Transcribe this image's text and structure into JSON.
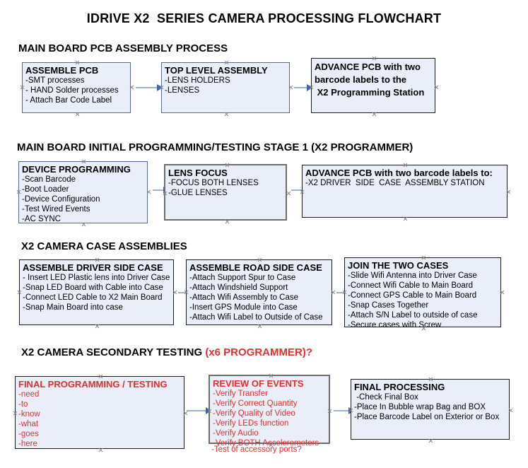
{
  "document": {
    "title": "IDRIVE X2  SERIES CAMERA PROCESSING FLOWCHART"
  },
  "sections": [
    {
      "id": "main-board-pcb-assembly",
      "title": "MAIN BOARD PCB ASSEMBLY PROCESS",
      "title_suffix": ""
    },
    {
      "id": "main-board-initial-programming",
      "title": "MAIN BOARD INITIAL PROGRAMMING/TESTING STAGE 1 (X2 PROGRAMMER)",
      "title_suffix": ""
    },
    {
      "id": "x2-camera-case-assemblies",
      "title": "X2 CAMERA CASE ASSEMBLIES",
      "title_suffix": ""
    },
    {
      "id": "x2-camera-secondary-testing",
      "title": "X2 CAMERA SECONDARY TESTING ",
      "title_suffix": "(x6 PROGRAMMER)?"
    }
  ],
  "nodes": {
    "assemble_pcb": {
      "header": "ASSEMBLE PCB",
      "lines": [
        "-SMT processes",
        "- HAND Solder processes",
        "- Attach Bar Code Label"
      ]
    },
    "top_level_assembly": {
      "header": "TOP LEVEL ASSEMBLY",
      "lines": [
        "-LENS HOLDERS",
        "-LENSES"
      ]
    },
    "advance_pcb_prog_station": {
      "header_lines": [
        "ADVANCE PCB with two",
        "barcode labels to the",
        " X2 Programming Station"
      ]
    },
    "device_programming": {
      "header": "DEVICE PROGRAMMING",
      "lines": [
        "-Scan Barcode",
        "-Boot Loader",
        "-Device Configuration",
        "-Test Wired Events",
        "-AC SYNC"
      ]
    },
    "lens_focus": {
      "header": "LENS FOCUS",
      "lines": [
        "-FOCUS BOTH LENSES",
        "-GLUE LENSES"
      ]
    },
    "advance_pcb_driver_side": {
      "header": "ADVANCE PCB with two barcode labels to:",
      "lines": [
        "-X2 DRIVER  SIDE  CASE  ASSEMBLY STATION"
      ]
    },
    "assemble_driver_side_case": {
      "header": "ASSEMBLE DRIVER SIDE CASE",
      "lines": [
        "- Insert LED Plastic lens into Driver Case",
        "-Snap LED Board with Cable into Case",
        "-Connect LED Cable to X2 Main Board",
        "-Snap Main Board into case"
      ]
    },
    "assemble_road_side_case": {
      "header": "ASSEMBLE ROAD SIDE CASE",
      "lines": [
        "-Attach Support Spur to Case",
        "-Attach Windshield Support",
        "-Attach Wifi Assembly to Case",
        "-Insert GPS Module into Case",
        "-Attach Wifi Label to Outside of Case"
      ]
    },
    "join_the_two_cases": {
      "header": "JOIN THE TWO CASES",
      "lines": [
        "-Slide Wifi Antenna into Driver Case",
        "-Connect Wifi Cable to Main Board",
        "-Connect GPS Cable to Main Board",
        "-Snap Cases Together",
        "-Attach S/N Label to outside of case",
        "-Secure cases with Screw"
      ]
    },
    "final_programming_testing": {
      "header": "FINAL PROGRAMMING / TESTING",
      "lines": [
        "-need",
        "-to",
        "-know",
        "-what",
        "-goes",
        "-here"
      ]
    },
    "review_of_events": {
      "header": "REVIEW OF EVENTS",
      "lines": [
        "-Verify Transfer",
        "-Verify Correct Quantity",
        "-Verify Quality of Video",
        "-Verify LEDs function",
        "-Verify Audio",
        "-Verify BOTH Accelerometers"
      ],
      "overflow_line": "-Test of accessory ports?"
    },
    "final_processing": {
      "header": "FINAL PROCESSING",
      "lines": [
        " -Check Final Box",
        "-Place In Bubble wrap Bag and BOX",
        "-Place Barcode Label on Exterior or Box"
      ]
    }
  },
  "colors": {
    "node_fill": "#e9eef8",
    "node_border": "#5a6a84",
    "node_border_selected": "#6d6d6d",
    "connector": "#9fb4cc",
    "arrowhead": "#3a64b0",
    "red_text": "#e03030",
    "text": "#000000",
    "background": "#ffffff"
  }
}
